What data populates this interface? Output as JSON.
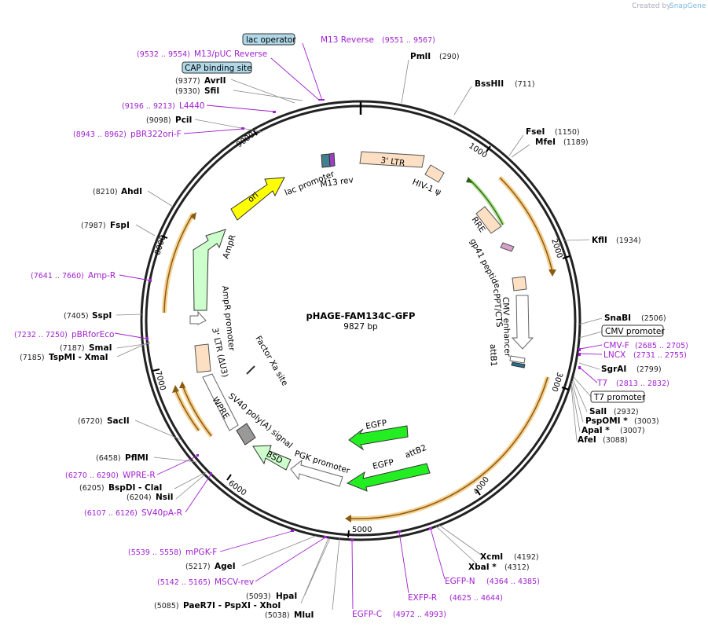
{
  "branding": {
    "created_by": "Created by",
    "product": "SnapGene"
  },
  "plasmid": {
    "name": "pHAGE-FAM134C-GFP",
    "length": "9827 bp"
  },
  "ticks": [
    "1000",
    "2000",
    "3000",
    "4000",
    "5000",
    "6000",
    "7000",
    "8000",
    "9000"
  ],
  "enzymes": [
    {
      "name": "PmlI",
      "pos": "(290)"
    },
    {
      "name": "BssHII",
      "pos": "(711)"
    },
    {
      "name": "FseI",
      "pos": "(1150)"
    },
    {
      "name": "MfeI",
      "pos": "(1189)"
    },
    {
      "name": "KflI",
      "pos": "(1934)"
    },
    {
      "name": "SnaBI",
      "pos": "(2506)"
    },
    {
      "name": "SgrAI",
      "pos": "(2799)"
    },
    {
      "name": "SalI",
      "pos": "(2932)"
    },
    {
      "name": "PspOMI *",
      "pos": "(3003)"
    },
    {
      "name": "ApaI  *",
      "pos": "(3007)"
    },
    {
      "name": "AfeI",
      "pos": "(3088)"
    },
    {
      "name": "XcmI",
      "pos": "(4192)"
    },
    {
      "name": "XbaI *",
      "pos": "(4312)"
    },
    {
      "name": "MluI",
      "pos": "(5038)"
    },
    {
      "name": "HpaI",
      "pos": "(5093)"
    },
    {
      "name": "PaeR7I   - PspXI   - XhoI",
      "pos": "(5085)"
    },
    {
      "name": "AgeI",
      "pos": "(5217)"
    },
    {
      "name": "NsiI",
      "pos": "(6204)"
    },
    {
      "name": "BspDI   - ClaI",
      "pos": "(6205)"
    },
    {
      "name": "PflMI",
      "pos": "(6458)"
    },
    {
      "name": "SacII",
      "pos": "(6720)"
    },
    {
      "name": "TspMI   - XmaI",
      "pos": "(7185)"
    },
    {
      "name": "SmaI",
      "pos": "(7187)"
    },
    {
      "name": "SspI",
      "pos": "(7405)"
    },
    {
      "name": "FspI",
      "pos": "(7987)"
    },
    {
      "name": "AhdI",
      "pos": "(8210)"
    },
    {
      "name": "PciI",
      "pos": "(9098)"
    },
    {
      "name": "SfiI",
      "pos": "(9330)"
    },
    {
      "name": "AvrII",
      "pos": "(9377)"
    }
  ],
  "primers": [
    {
      "name": "M13 Reverse",
      "pos": "(9551 .. 9567)"
    },
    {
      "name": "M13/pUC Reverse",
      "pos": "(9532 .. 9554)"
    },
    {
      "name": "L4440",
      "pos": "(9196 .. 9213)"
    },
    {
      "name": "pBR322ori-F",
      "pos": "(8943 .. 8962)"
    },
    {
      "name": "Amp-R",
      "pos": "(7641 .. 7660)"
    },
    {
      "name": "pBRforEco",
      "pos": "(7232 .. 7250)"
    },
    {
      "name": "WPRE-R",
      "pos": "(6270 .. 6290)"
    },
    {
      "name": "SV40pA-R",
      "pos": "(6107 .. 6126)"
    },
    {
      "name": "mPGK-F",
      "pos": "(5539 .. 5558)"
    },
    {
      "name": "MSCV-rev",
      "pos": "(5142 .. 5165)"
    },
    {
      "name": "EGFP-C",
      "pos": "(4972 .. 4993)"
    },
    {
      "name": "EXFP-R",
      "pos": "(4625 .. 4644)"
    },
    {
      "name": "EGFP-N",
      "pos": "(4364 .. 4385)"
    },
    {
      "name": "CMV-F",
      "pos": "(2685 .. 2705)"
    },
    {
      "name": "LNCX",
      "pos": "(2731 .. 2755)"
    },
    {
      "name": "T7",
      "pos": "(2813 .. 2832)"
    }
  ],
  "boxed_features": {
    "lac_operator": "lac operator",
    "cap_site": "CAP binding site",
    "cmv_promoter": "CMV promoter",
    "t7_promoter": "T7 promoter"
  },
  "features": {
    "ltr3": "3' LTR",
    "hiv_psi": "HIV-1 ψ",
    "rre": "RRE",
    "gp41": "gp41 peptide",
    "cppt": "cPPT/CTS",
    "cmv_enhancer": "CMV enhancer",
    "attb1": "attB1",
    "egfp_top": "EGFP",
    "egfp_bottom": "EGFP",
    "attb2": "attB2",
    "pgk_promoter": "PGK promoter",
    "bsd": "BSD",
    "sv40_signal": "SV40 poly(A) signal",
    "wpre": "WPRE",
    "ltr_du3": "3' LTR (ΔU3)",
    "factor_xa": "Factor Xa site",
    "ampr_promoter": "AmpR promoter",
    "ampr": "AmpR",
    "ori": "ori",
    "lac_promoter": "lac promoter",
    "m13_rev": "M13 rev"
  },
  "colors": {
    "backbone": "#222222",
    "primer": "#a020d0",
    "egfp": "#22ee22",
    "ltr": "#fde0c4",
    "ori": "#ffff00",
    "ampr": "#ccffcc",
    "orf_orange": "#e8a030",
    "boxed": "#b0d8e8"
  }
}
